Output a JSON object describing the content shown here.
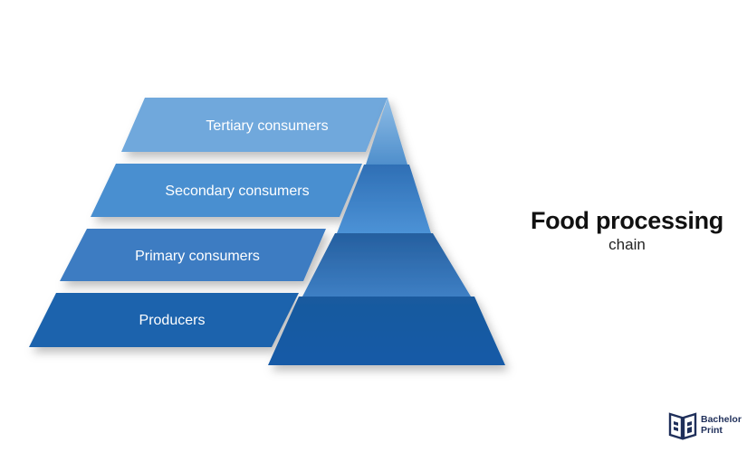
{
  "diagram": {
    "tiers": [
      {
        "label": "Tertiary consumers",
        "color": "#6fa8dc"
      },
      {
        "label": "Secondary consumers",
        "color": "#4a8fd0"
      },
      {
        "label": "Primary consumers",
        "color": "#3d7cc2"
      },
      {
        "label": "Producers",
        "color": "#1a63ad"
      }
    ]
  },
  "title": {
    "main": "Food processing",
    "sub": "chain"
  },
  "brand": {
    "line1": "Bachelor",
    "line2": "Print",
    "color": "#1f2f5a"
  }
}
